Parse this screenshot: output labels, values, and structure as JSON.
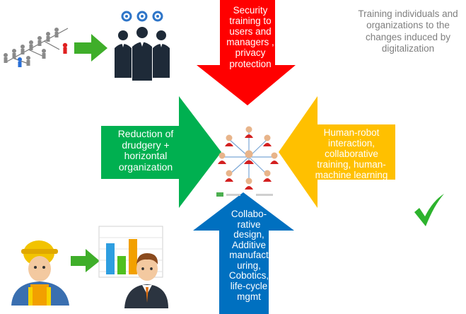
{
  "caption": "Training individuals and organizations to the changes induced by digitalization",
  "arrows": {
    "top": {
      "text": "Security training to users and managers , privacy protection",
      "color": "#ff0000"
    },
    "left": {
      "text": "Reduction of drudgery + horizontal organization",
      "color": "#00b050"
    },
    "right": {
      "text": "Human-robot interaction, collaborative training, human-machine learning",
      "color": "#ffc000"
    },
    "bottom": {
      "text": "Collabo-rative design, Additive manufact uring, Cobotics, life-cycle mgmt",
      "color": "#0070c0"
    }
  },
  "colors": {
    "small_arrow": "#3fae2a",
    "checkmark": "#2db32d",
    "caption": "#7f7f7f"
  },
  "icons": {
    "network": "people-network-icon",
    "team_gears": "business-team-gears-icon",
    "org_chart": "org-chart-figures-icon",
    "worker": "construction-worker-icon",
    "manager_chart": "manager-bar-chart-icon",
    "check": "checkmark-icon"
  }
}
